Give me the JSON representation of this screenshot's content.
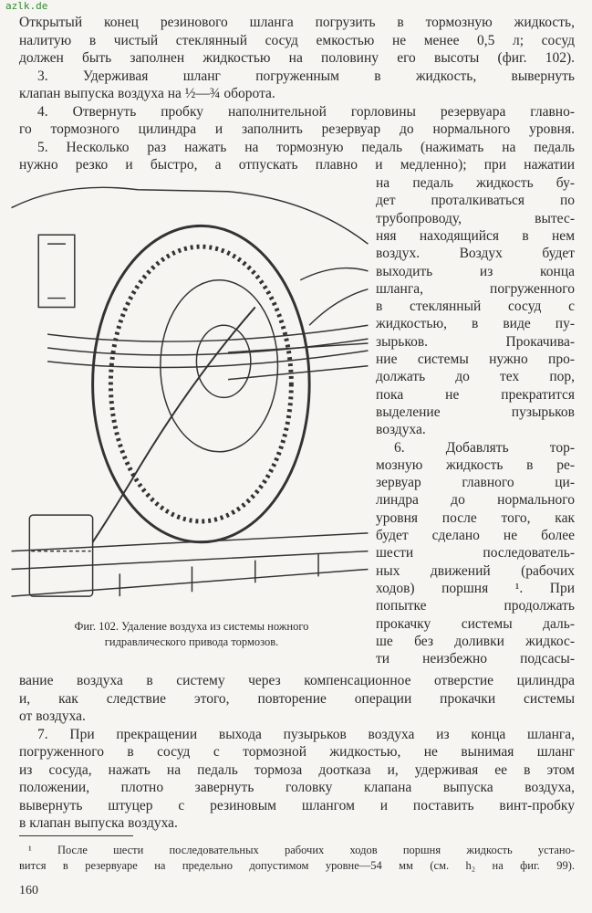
{
  "watermark": "azlk.de",
  "top_lines": [
    "Открытый конец резинового шланга погрузить в тормозную жидкость,",
    "налитую в чистый стеклянный сосуд емкостью не менее 0,5 л; сосуд",
    "должен быть заполнен жидкостью на половину его высоты (фиг. 102).",
    "3. Удерживая шланг погруженным в жидкость, вывернуть",
    "клапан выпуска воздуха на ½—¾ оборота.",
    "4. Отвернуть пробку наполнительной горловины резервуара главно-",
    "го тормозного цилиндра и заполнить резервуар до нормального уровня.",
    "5. Несколько раз нажать на тормозную педаль (нажимать на педаль",
    "нужно резко и быстро, а отпускать плавно и медленно); при нажатии"
  ],
  "column_lines": [
    "на педаль жидкость бу-",
    "дет проталкиваться по",
    "трубопроводу, вытес-",
    "няя находящийся в нем",
    "воздух. Воздух будет",
    "выходить из конца",
    "шланга, погруженного",
    "в стеклянный сосуд с",
    "жидкостью, в виде пу-",
    "зырьков. Прокачива-",
    "ние системы нужно про-",
    "должать до тех пор,",
    "пока не прекратится",
    "выделение пузырьков",
    "воздуха.",
    "6. Добавлять тор-",
    "мозную жидкость в ре-",
    "зервуар главного ци-",
    "линдра до нормального",
    "уровня после того, как",
    "будет сделано не более",
    "шести последователь-",
    "ных движений (рабочих",
    "ходов) поршня ¹. При",
    "попытке продолжать",
    "прокачку системы даль-",
    "ше без доливки жидкос-",
    "ти неизбежно подсасы-"
  ],
  "figure_caption": [
    "Фиг. 102. Удаление воздуха из системы ножного",
    "гидравлического привода тормозов."
  ],
  "bottom_lines": [
    "вание воздуха в систему через компенсационное отверстие цилиндра",
    "и, как следствие этого, повторение операции прокачки системы",
    "от воздуха.",
    "7. При прекращении выхода пузырьков воздуха из конца шланга,",
    "погруженного в сосуд с тормозной жидкостью, не вынимая шланг",
    "из сосуда, нажать на педаль тормоза доотказа и, удерживая ее в этом",
    "положении, плотно завернуть головку клапана выпуска воздуха,",
    "вывернуть штуцер с резиновым шлангом и поставить винт-пробку",
    "в клапан выпуска воздуха."
  ],
  "footnote": [
    "¹ После шести последовательных рабочих ходов поршня жидкость устано-",
    "вится в резервуаре на предельно допустимом уровне—54 мм (см. h₂ на фиг. 99)."
  ],
  "page_number": "160"
}
